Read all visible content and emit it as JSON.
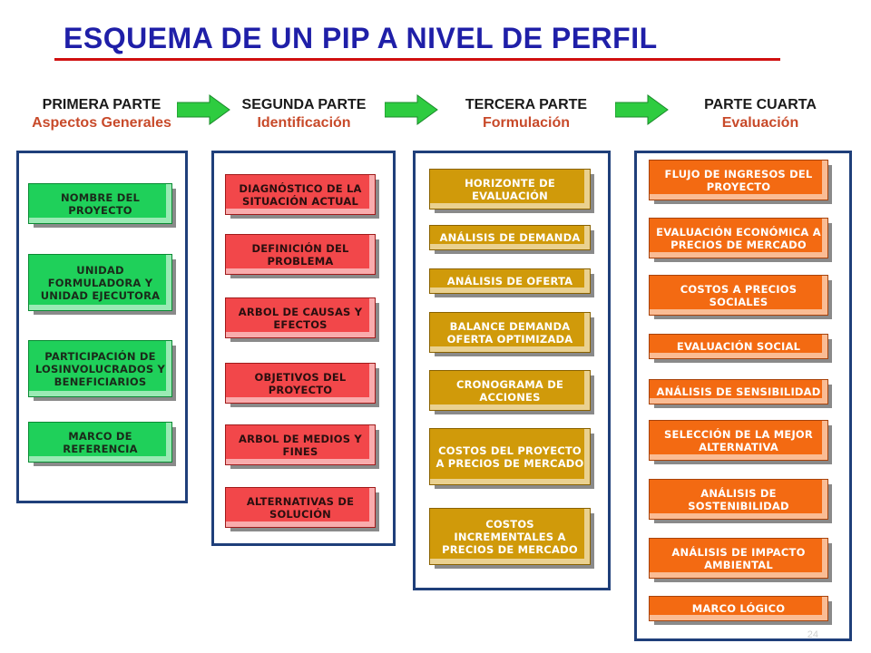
{
  "title": "ESQUEMA DE UN PIP A NIVEL DE PERFIL",
  "columns": [
    {
      "heading": "PRIMERA PARTE",
      "subheading": "Aspectos Generales",
      "items": [
        "NOMBRE DEL PROYECTO",
        "UNIDAD FORMULADORA Y UNIDAD EJECUTORA",
        "PARTICIPACIÓN DE LOSINVOLUCRADOS Y BENEFICIARIOS",
        "MARCO DE REFERENCIA"
      ]
    },
    {
      "heading": "SEGUNDA PARTE",
      "subheading": "Identificación",
      "items": [
        "DIAGNÓSTICO DE LA SITUACIÓN ACTUAL",
        "DEFINICIÓN DEL PROBLEMA",
        "ARBOL DE CAUSAS Y EFECTOS",
        "OBJETIVOS DEL PROYECTO",
        "ARBOL DE MEDIOS Y FINES",
        "ALTERNATIVAS DE SOLUCIÓN"
      ]
    },
    {
      "heading": "TERCERA PARTE",
      "subheading": "Formulación",
      "items": [
        "HORIZONTE DE EVALUACIÓN",
        "ANÁLISIS DE DEMANDA",
        "ANÁLISIS DE OFERTA",
        "BALANCE DEMANDA OFERTA OPTIMIZADA",
        "CRONOGRAMA DE ACCIONES",
        "COSTOS DEL PROYECTO A PRECIOS DE MERCADO",
        "COSTOS INCREMENTALES A PRECIOS DE MERCADO"
      ]
    },
    {
      "heading": "PARTE CUARTA",
      "subheading": "Evaluación",
      "items": [
        "FLUJO DE INGRESOS DEL PROYECTO",
        "EVALUACIÓN ECONÓMICA A PRECIOS DE MERCADO",
        "COSTOS A PRECIOS SOCIALES",
        "EVALUACIÓN SOCIAL",
        "ANÁLISIS DE SENSIBILIDAD",
        "SELECCIÓN DE LA MEJOR ALTERNATIVA",
        "ANÁLISIS DE SOSTENIBILIDAD",
        "ANÁLISIS DE IMPACTO AMBIENTAL",
        "MARCO LÓGICO"
      ]
    }
  ],
  "page_number": "24",
  "colors": {
    "title": "#1f1fa8",
    "rule": "#d01010",
    "arrow": "#2ecc40",
    "panel_border": "#1f3f7a",
    "part1": "#1fd05a",
    "part2": "#f2474a",
    "part3": "#d09a0a",
    "part4": "#f36a12"
  }
}
